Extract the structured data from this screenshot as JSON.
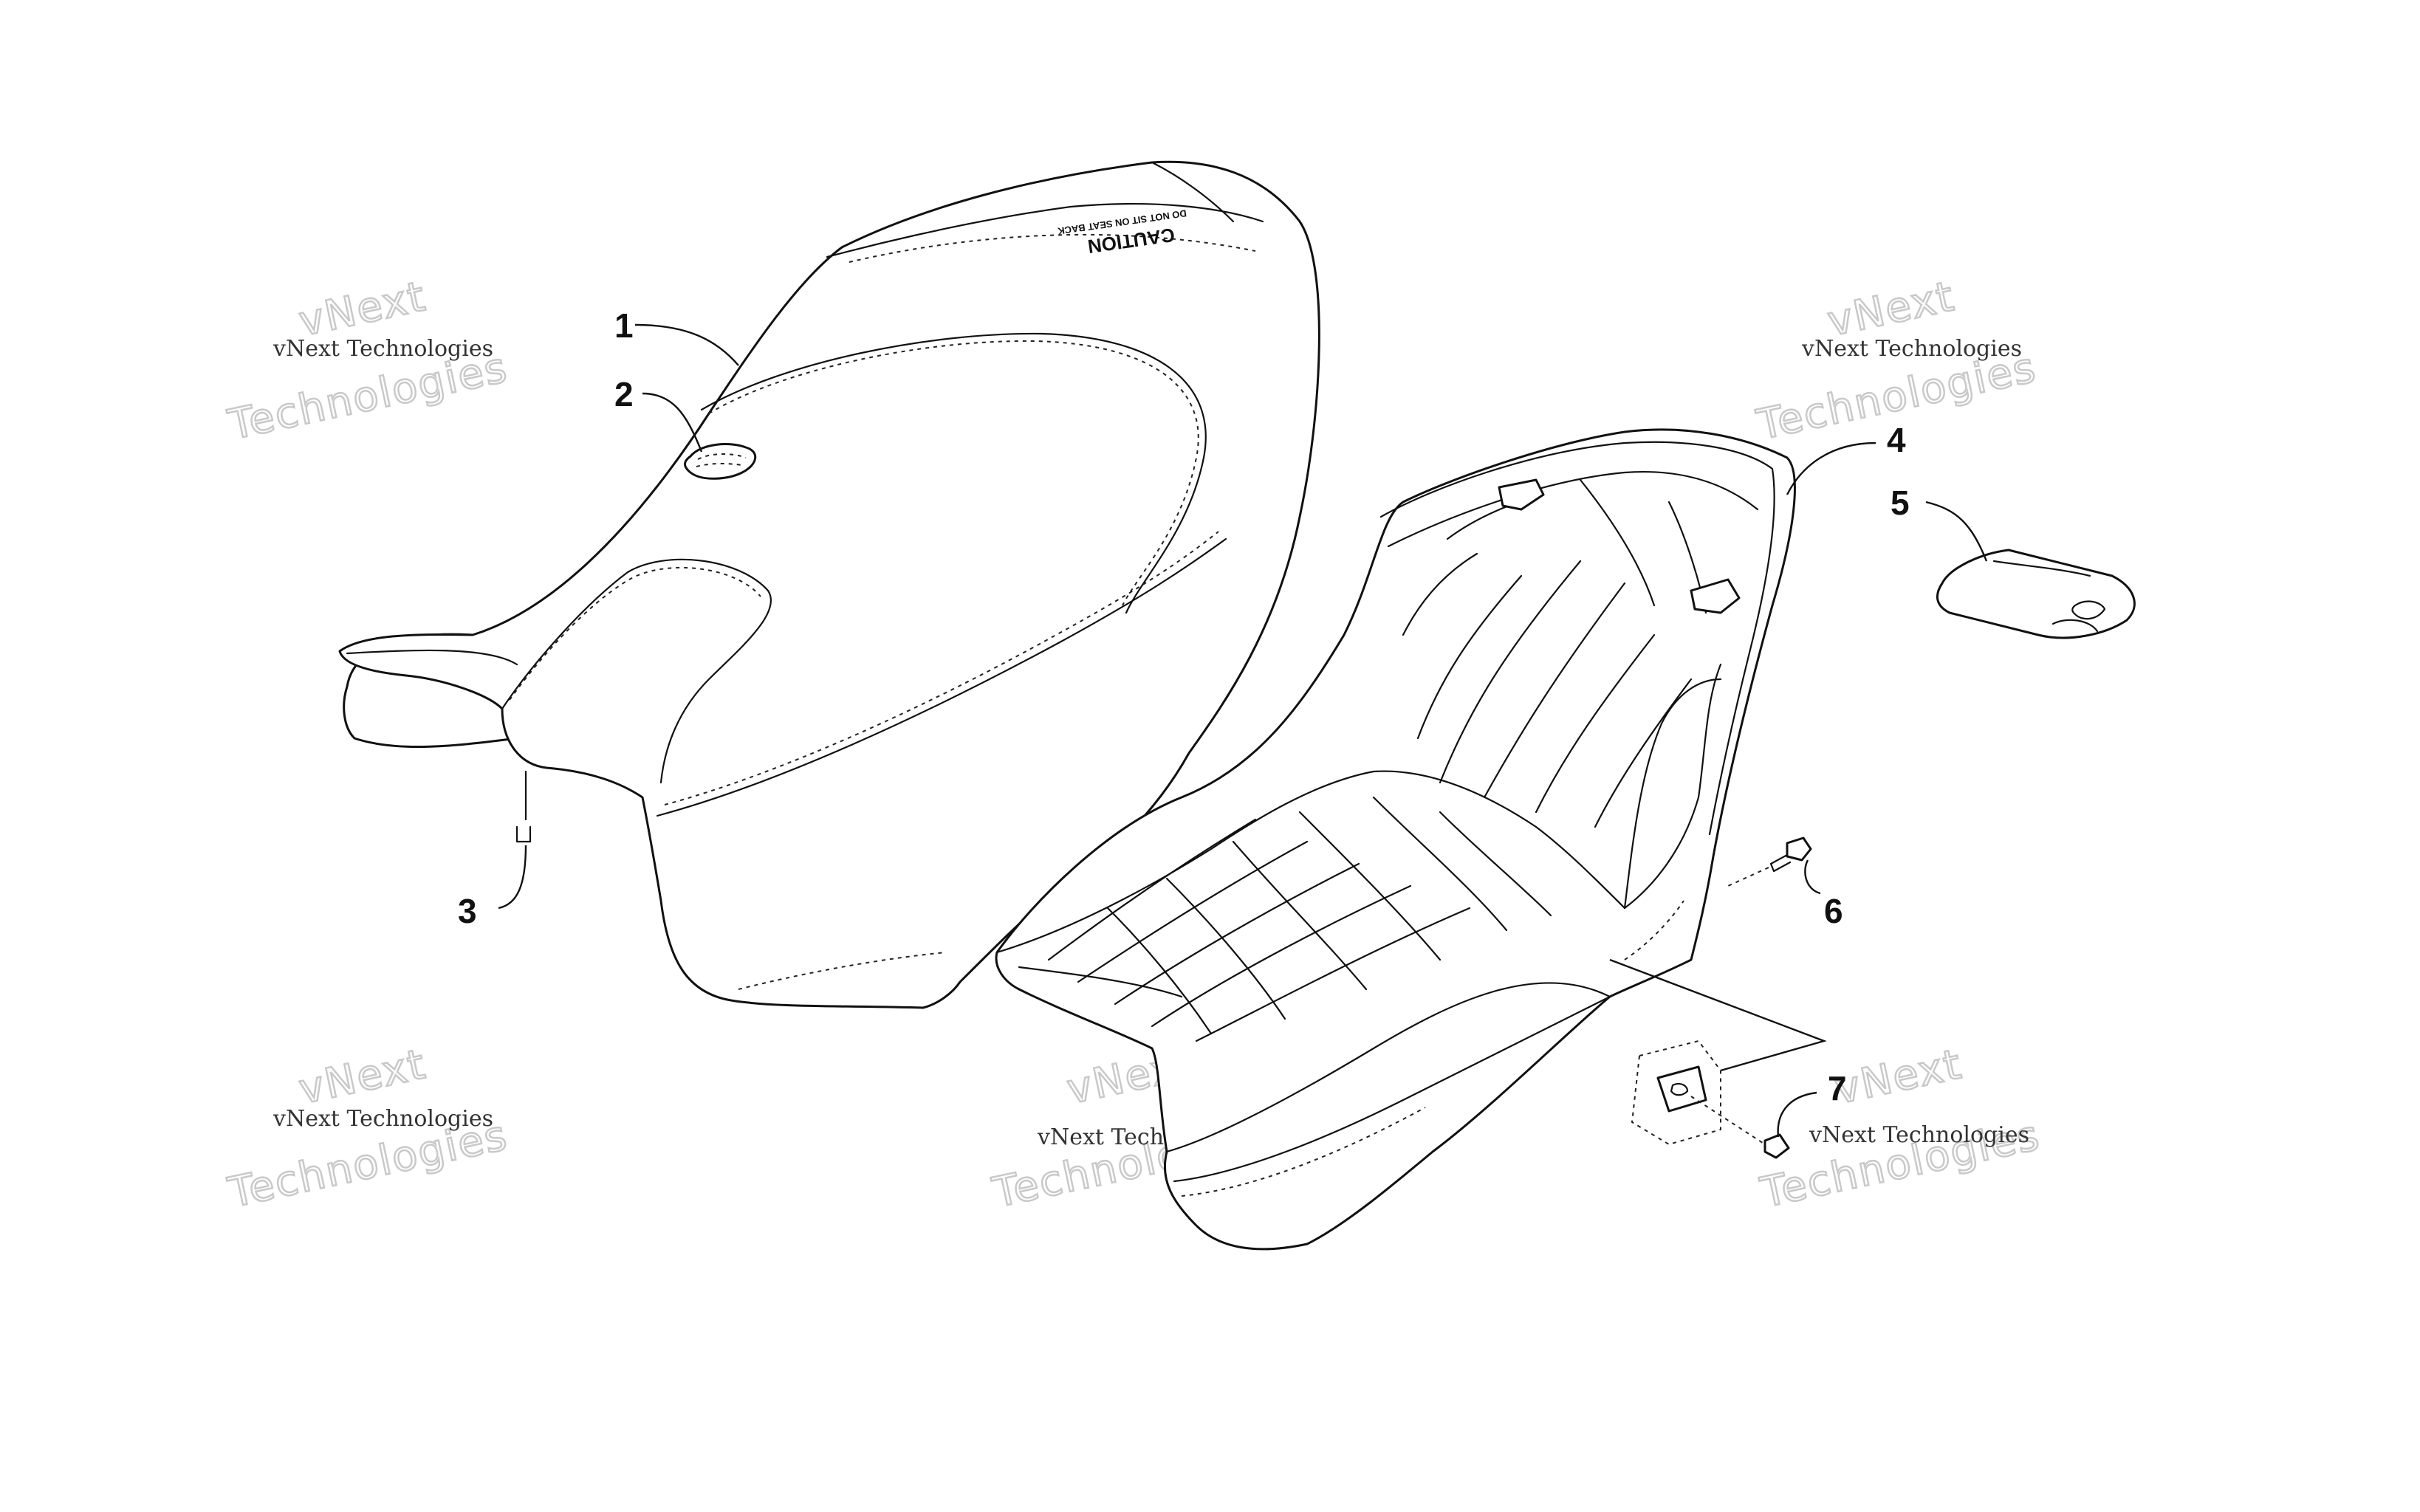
{
  "callouts": [
    {
      "id": "1",
      "label": "1"
    },
    {
      "id": "2",
      "label": "2"
    },
    {
      "id": "3",
      "label": "3"
    },
    {
      "id": "4",
      "label": "4"
    },
    {
      "id": "5",
      "label": "5"
    },
    {
      "id": "6",
      "label": "6"
    },
    {
      "id": "7",
      "label": "7"
    }
  ],
  "seat_label": {
    "title": "CAUTION",
    "subtitle": "DO NOT SIT ON SEAT BACK"
  },
  "watermark": {
    "brand": "vNext",
    "line": "vNext Technologies",
    "big": "Technologies"
  }
}
